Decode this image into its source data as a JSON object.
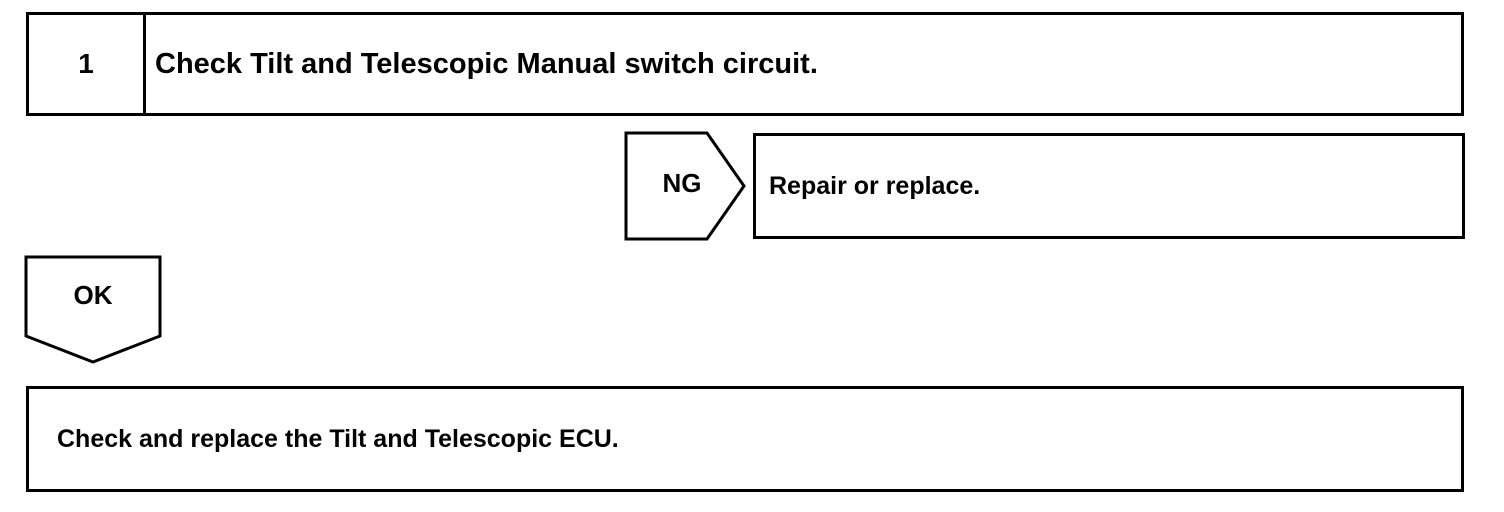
{
  "step": {
    "number": "1",
    "title": "Check Tilt and Telescopic Manual switch circuit."
  },
  "ng_branch": {
    "label": "NG",
    "action": "Repair or replace."
  },
  "ok_branch": {
    "label": "OK"
  },
  "final_action": {
    "text": "Check and replace the Tilt and Telescopic ECU."
  },
  "colors": {
    "line": "#000000",
    "background": "#ffffff"
  }
}
